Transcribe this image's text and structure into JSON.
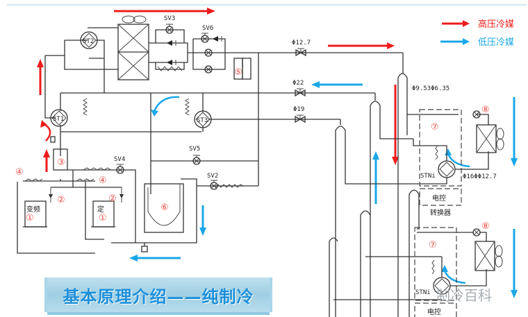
{
  "title": "基本原理介绍——纯制冷",
  "legend": [
    {
      "label": "高压冷媒",
      "color": "#ee1c1c"
    },
    {
      "label": "低压冷媒",
      "color": "#1aa7e8"
    }
  ],
  "valves": {
    "sv2": "SV2",
    "sv3": "SV3",
    "sv4": "SV4",
    "sv5": "SV5",
    "sv6": "SV6"
  },
  "four_way_valves": {
    "st1": "ST1",
    "st2": "ST2",
    "st3": "ST3",
    "stn1": "STNi",
    "stn2": "STNi"
  },
  "pipe_sizes": {
    "liquid_main": "Φ12.7",
    "gas_main": "Φ22",
    "suction_main": "Φ19",
    "branch_pipe": "Φ9.53Φ6.35",
    "indoor_pipe": "Φ16ΦΦ12.7"
  },
  "component_numbers": {
    "compressor_inverter": "①",
    "compressor_fixed": "①",
    "check_valve_1": "②",
    "check_valve_2": "②",
    "oil_separator": "③",
    "capillary_1": "④",
    "capillary_2": "④",
    "receiver": "⑤",
    "accumulator": "⑥",
    "indoor_unit_1": "⑦",
    "indoor_unit_2": "⑦",
    "eev_1": "⑧",
    "eev_2": "⑧"
  },
  "compressor_labels": {
    "inverter": "变频",
    "fixed": "定"
  },
  "indoor": {
    "control_box_1": "电控",
    "control_box_2": "电控",
    "caption": "转换器"
  },
  "watermark": "制冷百科"
}
